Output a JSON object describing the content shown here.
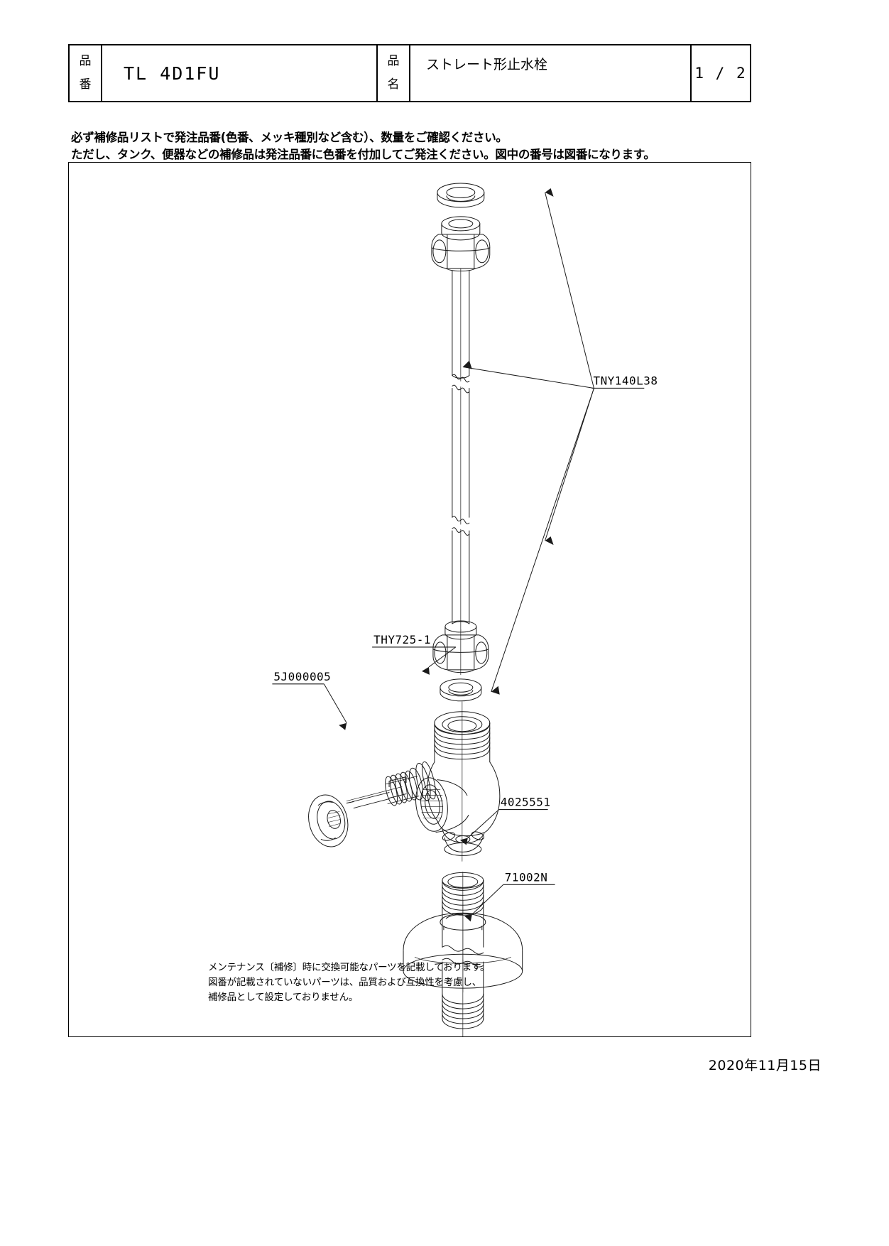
{
  "title_block": {
    "product_no_label_chars": [
      "品",
      "番"
    ],
    "product_no_value": "TL  4D1FU",
    "product_name_label_chars": [
      "品",
      "名"
    ],
    "product_name_value": "ストレート形止水栓",
    "page_indicator": "1 / 2"
  },
  "notice": {
    "line1": "必ず補修品リストで発注品番(色番、メッキ種別など含む）、数量をご確認ください。",
    "line2": "ただし、タンク、便器などの補修品は発注品番に色番を付加してご発注ください。図中の番号は図番になります。"
  },
  "part_labels": {
    "tny140l38": "TNY140L38",
    "thy725_1": "THY725-1",
    "part_5j000005": "5J000005",
    "part_4025551": "4025551",
    "part_71002n": "71002N"
  },
  "footer_note": {
    "line1": "メンテナンス〔補修〕時に交換可能なパーツを記載しております。",
    "line2": "図番が記載されていないパーツは、品質および互換性を考慮し、",
    "line3": "補修品として設定しておりません。"
  },
  "date": "2020年11月15日",
  "colors": {
    "line": "#1a1a1a",
    "text": "#000000",
    "background": "#ffffff"
  }
}
